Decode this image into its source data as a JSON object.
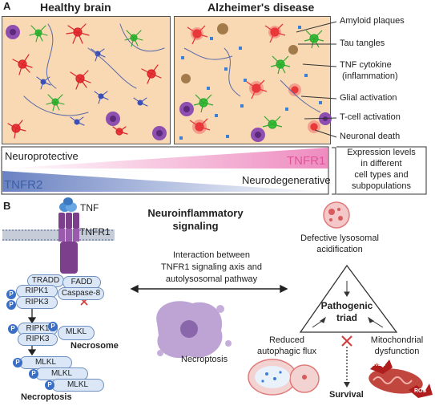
{
  "panel_a": {
    "letter": "A",
    "healthy_title": "Healthy brain",
    "ad_title": "Alzheimer's disease",
    "legend": [
      "Amyloid plaques",
      "Tau tangles",
      "TNF cytokine",
      "(inflammation)",
      "Glial activation",
      "T-cell activation",
      "Neuronal death"
    ],
    "gradient": {
      "neuroprotective": "Neuroprotective",
      "tnfr1": "TNFR1",
      "tnfr2": "TNFR2",
      "neurodegenerative": "Neurodegenerative"
    },
    "expression_note": [
      "Expression levels",
      "in different",
      "cell types and",
      "subpopulations"
    ]
  },
  "panel_b": {
    "letter": "B",
    "tnf": "TNF",
    "tnfr1": "TNFR1",
    "title_line1": "Neuroinflammatory",
    "title_line2": "signaling",
    "interaction": [
      "Interaction between",
      "TNFR1 signaling axis and",
      "autolysosomal pathway"
    ],
    "complex1": {
      "tradd": "TRADD",
      "fadd": "FADD",
      "ripk1": "RIPK1",
      "ripk3": "RIPK3",
      "caspase8": "Caspase-8"
    },
    "complex2": {
      "ripk1": "RIPK1",
      "ripk3": "RIPK3",
      "mlkl": "MLKL",
      "name": "Necrosome"
    },
    "mlkl_stack": [
      "MLKL",
      "MLKL",
      "MLKL"
    ],
    "necroptosis_label": "Necroptosis",
    "necroptosis_image_label": "Necroptosis",
    "p": "P",
    "defective": [
      "Defective lysosomal",
      "acidification"
    ],
    "triad": [
      "Pathogenic",
      "triad"
    ],
    "reduced": [
      "Reduced",
      "autophagic flux"
    ],
    "mito": [
      "Mitochondrial",
      "dysfunction"
    ],
    "survival": "Survival",
    "ros": "ROS"
  },
  "colors": {
    "box_bg": "#f8d9b3",
    "tnfr1_pink": "#e0559a",
    "tnfr2_blue": "#3c5fa8",
    "receptor_purple": "#7b3f8c",
    "pill_fill": "#dbe7f6"
  }
}
